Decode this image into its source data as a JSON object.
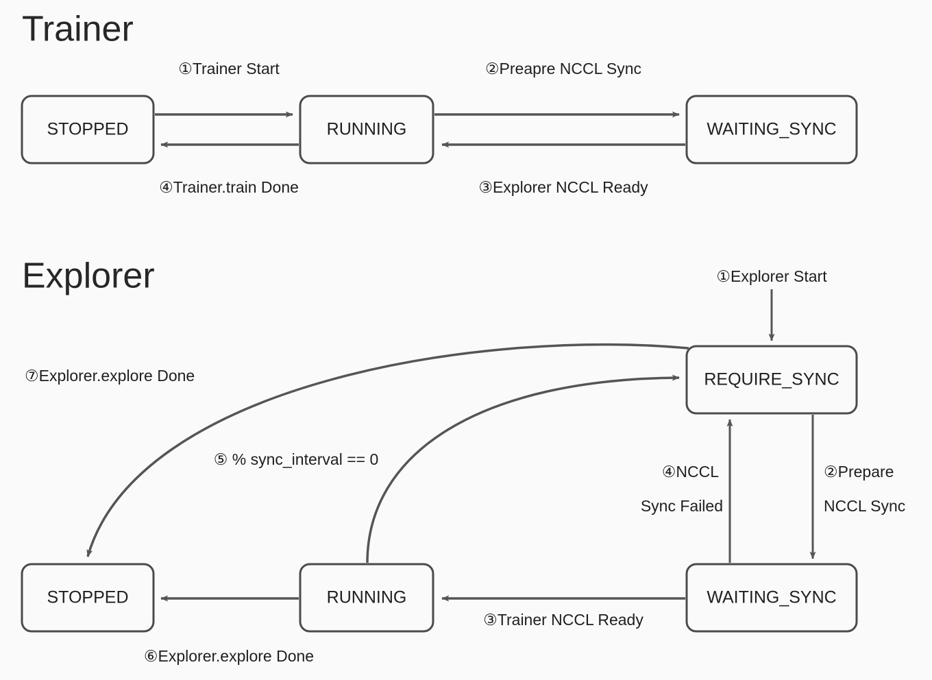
{
  "page": {
    "background": "#fafafa",
    "stroke_color": "#555555",
    "box_border_color": "#4b4b4b",
    "text_color": "#1f1f1f"
  },
  "sections": [
    {
      "id": "trainer",
      "title": "Trainer"
    },
    {
      "id": "explorer",
      "title": "Explorer"
    }
  ],
  "trainer": {
    "states": [
      {
        "id": "t-stopped",
        "label": "STOPPED"
      },
      {
        "id": "t-running",
        "label": "RUNNING"
      },
      {
        "id": "t-waiting-sync",
        "label": "WAITING_SYNC"
      }
    ],
    "transitions": [
      {
        "id": "t1",
        "label": "①Trainer Start",
        "from": "STOPPED",
        "to": "RUNNING"
      },
      {
        "id": "t2",
        "label": "②Preapre NCCL Sync",
        "from": "RUNNING",
        "to": "WAITING_SYNC"
      },
      {
        "id": "t3",
        "label": "③Explorer NCCL Ready",
        "from": "WAITING_SYNC",
        "to": "RUNNING"
      },
      {
        "id": "t4",
        "label": "④Trainer.train Done",
        "from": "RUNNING",
        "to": "STOPPED"
      }
    ]
  },
  "explorer": {
    "states": [
      {
        "id": "e-require-sync",
        "label": "REQUIRE_SYNC"
      },
      {
        "id": "e-stopped",
        "label": "STOPPED"
      },
      {
        "id": "e-running",
        "label": "RUNNING"
      },
      {
        "id": "e-waiting-sync",
        "label": "WAITING_SYNC"
      }
    ],
    "transitions": [
      {
        "id": "e1",
        "label": "①Explorer Start",
        "from": "start",
        "to": "REQUIRE_SYNC"
      },
      {
        "id": "e2a",
        "label": "②Prepare",
        "from": "REQUIRE_SYNC",
        "to": "WAITING_SYNC"
      },
      {
        "id": "e2b",
        "label": "NCCL Sync",
        "from": "REQUIRE_SYNC",
        "to": "WAITING_SYNC"
      },
      {
        "id": "e3",
        "label": "③Trainer NCCL Ready",
        "from": "WAITING_SYNC",
        "to": "RUNNING"
      },
      {
        "id": "e4a",
        "label": "④NCCL",
        "from": "WAITING_SYNC",
        "to": "REQUIRE_SYNC"
      },
      {
        "id": "e4b",
        "label": "Sync Failed",
        "from": "WAITING_SYNC",
        "to": "REQUIRE_SYNC"
      },
      {
        "id": "e5",
        "label": "⑤ % sync_interval == 0",
        "from": "RUNNING",
        "to": "REQUIRE_SYNC"
      },
      {
        "id": "e6",
        "label": "⑥Explorer.explore Done",
        "from": "RUNNING",
        "to": "STOPPED"
      },
      {
        "id": "e7",
        "label": "⑦Explorer.explore Done",
        "from": "REQUIRE_SYNC",
        "to": "STOPPED"
      }
    ]
  }
}
